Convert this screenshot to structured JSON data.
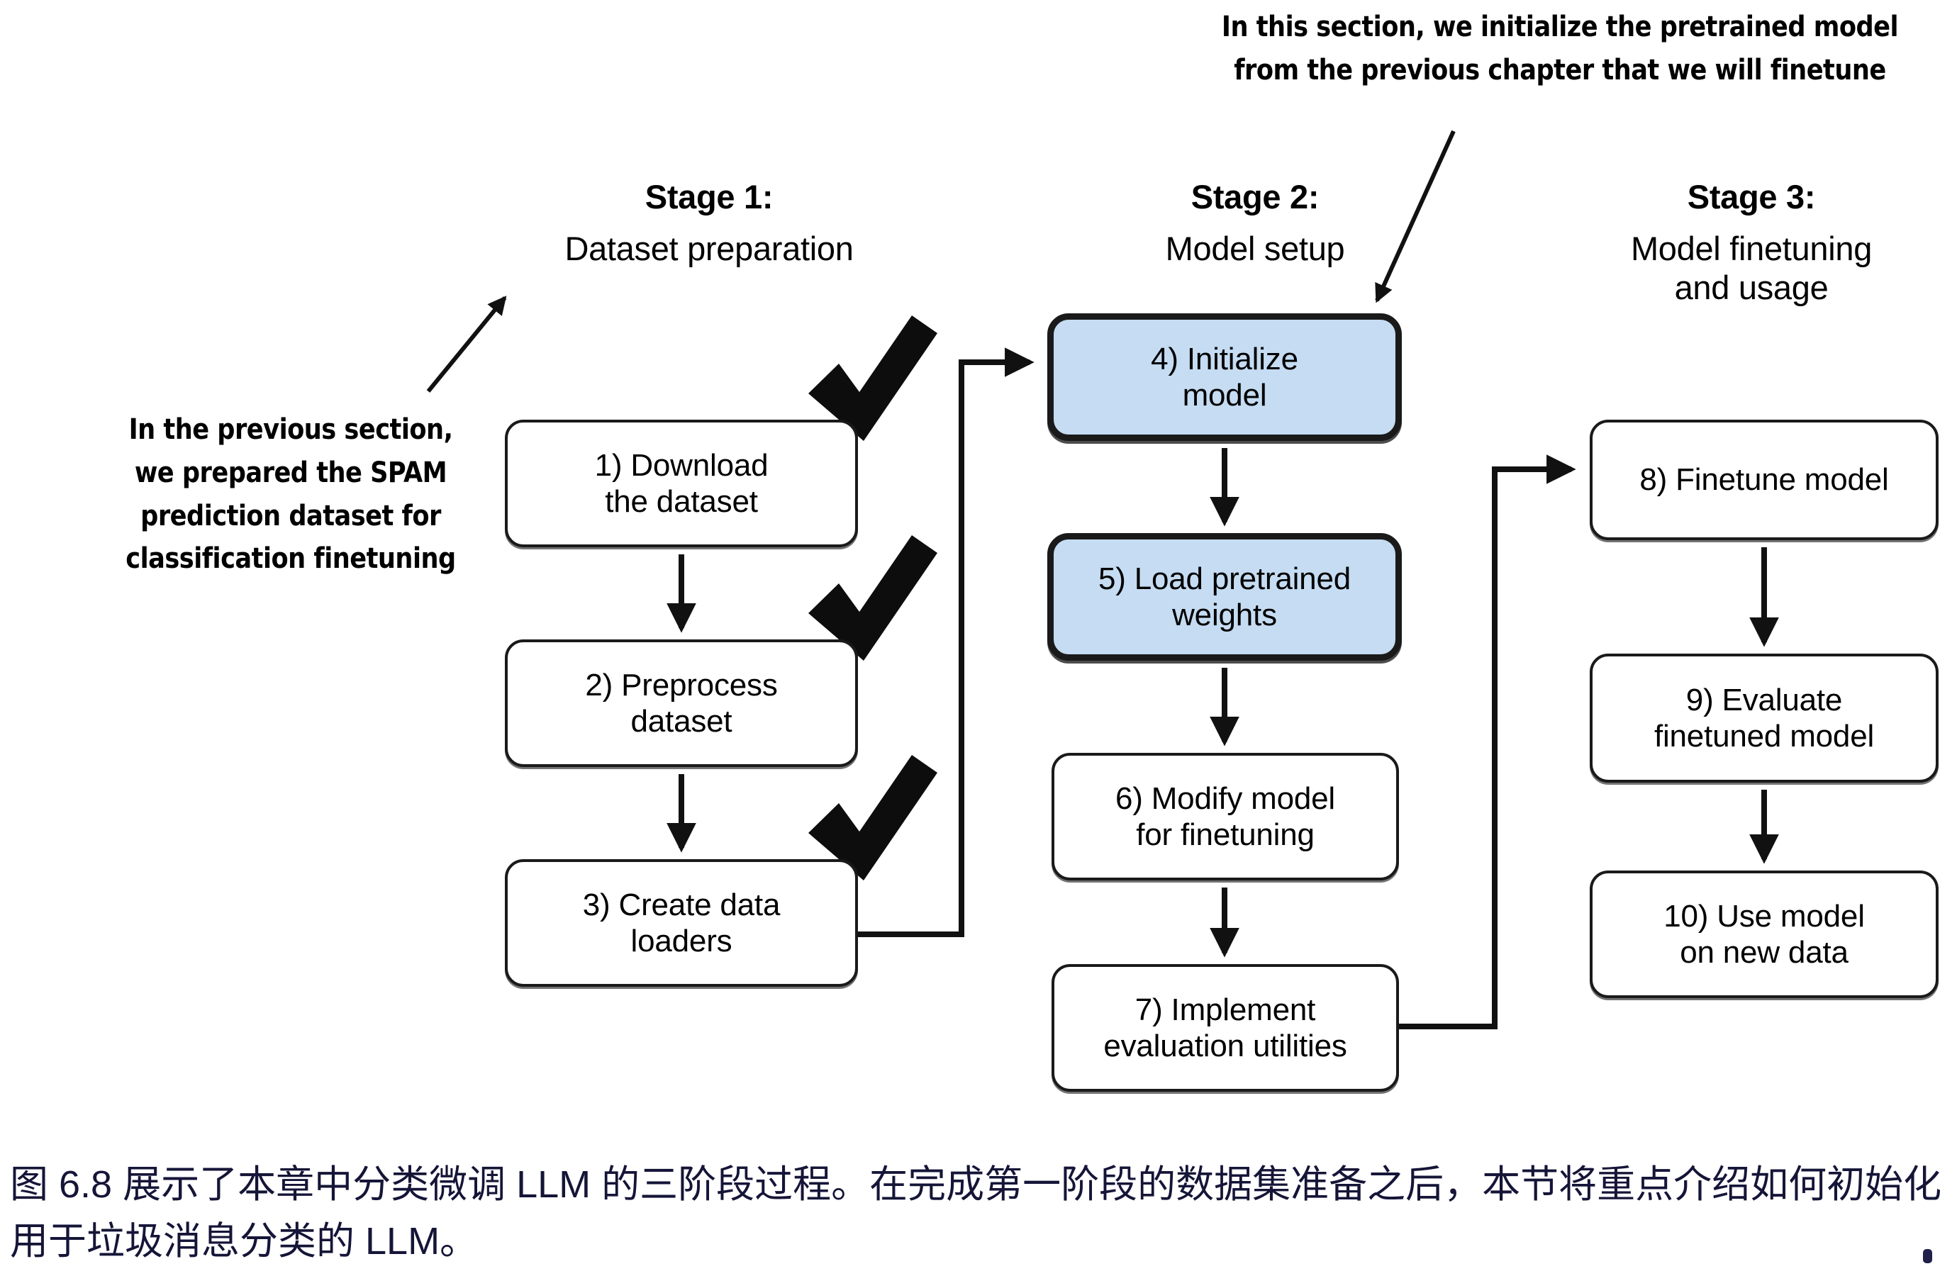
{
  "figure": {
    "stages": [
      {
        "title": "Stage 1:",
        "subtitle": "Dataset preparation"
      },
      {
        "title": "Stage 2:",
        "subtitle": "Model setup"
      },
      {
        "title": "Stage 3:",
        "subtitle": "Model finetuning\nand usage"
      }
    ],
    "nodes": [
      {
        "id": 1,
        "label": "1) Download\nthe dataset",
        "stage": 1,
        "highlighted": false,
        "checked": true
      },
      {
        "id": 2,
        "label": "2) Preprocess\ndataset",
        "stage": 1,
        "highlighted": false,
        "checked": true
      },
      {
        "id": 3,
        "label": "3) Create data\nloaders",
        "stage": 1,
        "highlighted": false,
        "checked": true
      },
      {
        "id": 4,
        "label": "4) Initialize\nmodel",
        "stage": 2,
        "highlighted": true,
        "checked": false
      },
      {
        "id": 5,
        "label": "5) Load pretrained\nweights",
        "stage": 2,
        "highlighted": true,
        "checked": false
      },
      {
        "id": 6,
        "label": "6) Modify model\nfor finetuning",
        "stage": 2,
        "highlighted": false,
        "checked": false
      },
      {
        "id": 7,
        "label": "7) Implement\nevaluation utilities",
        "stage": 2,
        "highlighted": false,
        "checked": false
      },
      {
        "id": 8,
        "label": "8) Finetune model",
        "stage": 3,
        "highlighted": false,
        "checked": false
      },
      {
        "id": 9,
        "label": "9) Evaluate\nfinetuned model",
        "stage": 3,
        "highlighted": false,
        "checked": false
      },
      {
        "id": 10,
        "label": "10) Use model\non new data",
        "stage": 3,
        "highlighted": false,
        "checked": false
      }
    ],
    "annotations": {
      "top": "In this section, we initialize the pretrained model\nfrom the previous chapter that we will finetune",
      "left": "In the previous section,\nwe prepared the SPAM\nprediction dataset for\nclassification finetuning"
    },
    "colors": {
      "highlight_fill": "#c5dcf2",
      "stroke": "#1a1a1a",
      "caption_text": "#151538",
      "background": "#ffffff"
    }
  },
  "caption": {
    "text": "图 6.8 展示了本章中分类微调 LLM 的三阶段过程。在完成第一阶段的数据集准备之后，本节将重点介绍如何初始化用于垃圾消息分类的 LLM。"
  }
}
